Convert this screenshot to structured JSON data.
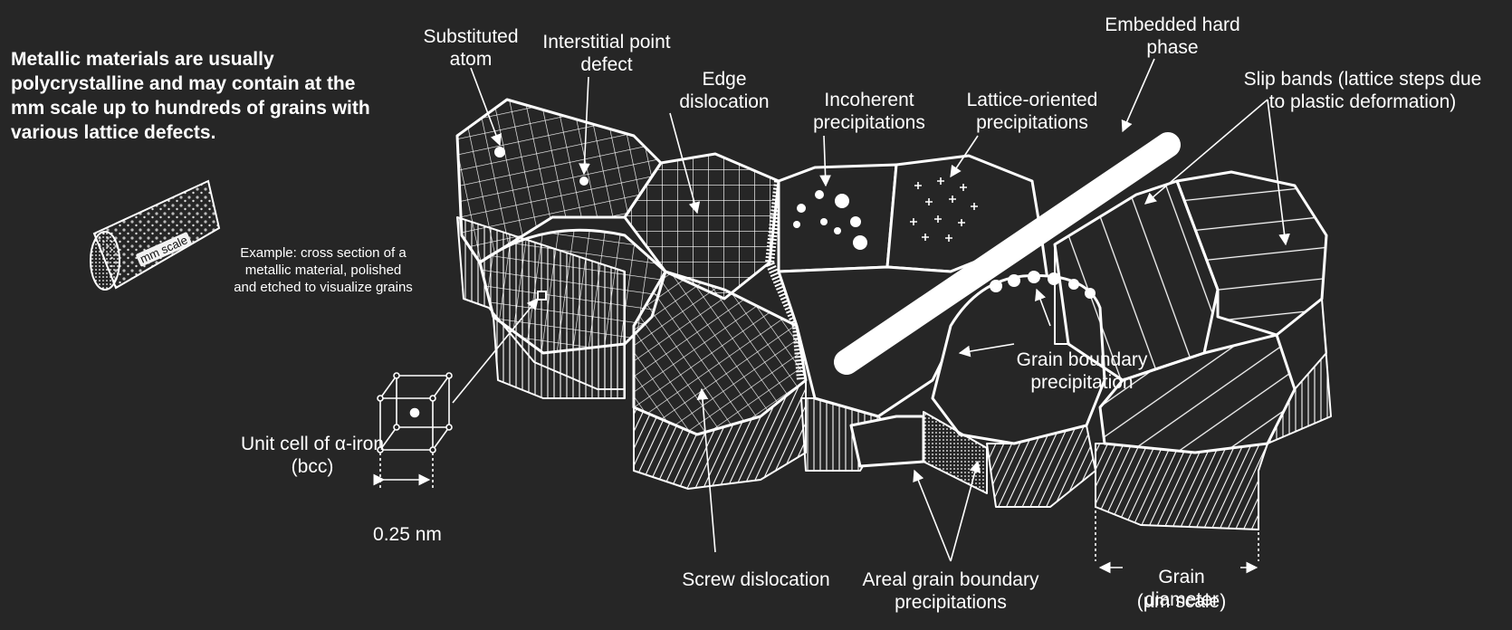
{
  "intro_text": "Metallic materials are usually polycrystalline and may contain at the mm scale up to hundreds of grains with various lattice defects.",
  "example_text": "Example: cross section of a\nmetallic material, polished\nand etched to visualize grains",
  "specimen_label": "mm scale",
  "labels": {
    "substituted_atom": "Substituted\natom",
    "interstitial": "Interstitial point\ndefect",
    "edge_dislocation": "Edge\ndislocation",
    "incoherent": "Incoherent\nprecipitations",
    "lattice_oriented": "Lattice-oriented\nprecipitations",
    "embedded_hard": "Embedded hard\nphase",
    "slip_bands": "Slip bands (lattice steps due\nto plastic deformation)",
    "grain_boundary_precip": "Grain boundary\nprecipitation",
    "unit_cell": "Unit cell of α-iron\n(bcc)",
    "lattice_const": "0.25 nm",
    "screw_dislocation": "Screw dislocation",
    "areal_precip": "Areal grain boundary\nprecipitations",
    "grain_diameter": "Grain diameter",
    "grain_diameter_unit": "(µm scale)"
  }
}
